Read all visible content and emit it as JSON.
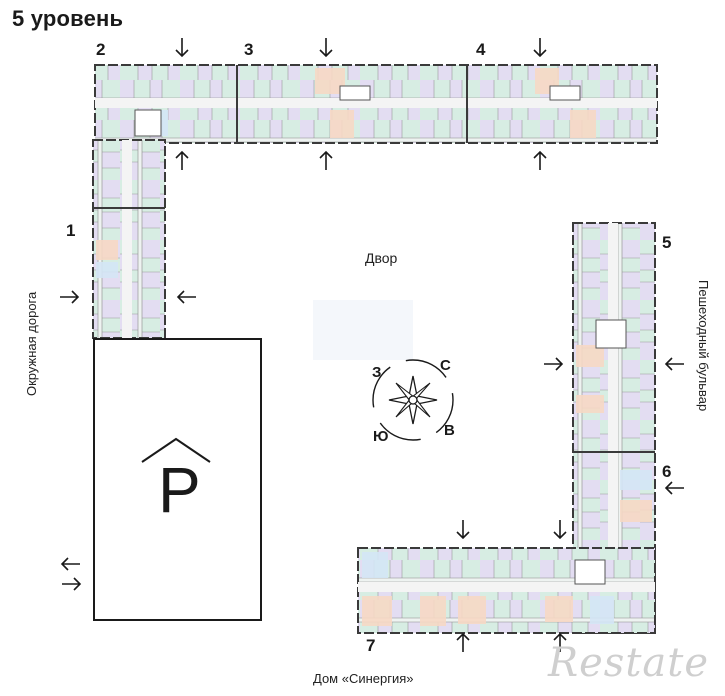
{
  "title": "5 уровень",
  "sections": [
    {
      "id": "1",
      "label": "1"
    },
    {
      "id": "2",
      "label": "2"
    },
    {
      "id": "3",
      "label": "3"
    },
    {
      "id": "4",
      "label": "4"
    },
    {
      "id": "5",
      "label": "5"
    },
    {
      "id": "6",
      "label": "6"
    },
    {
      "id": "7",
      "label": "7"
    }
  ],
  "labels": {
    "courtyard": "Двор",
    "ring_road": "Окружная дорога",
    "pedestrian_boulevard": "Пешеходный бульвар",
    "synergy_house": "Дом «Синергия»",
    "parking": "P"
  },
  "compass": {
    "north": "С",
    "south": "Ю",
    "east": "В",
    "west": "З"
  },
  "watermark": "Restate",
  "colors": {
    "purple": "#e3ddf2",
    "green": "#d7ede3",
    "orange": "#f6d8c4",
    "blue": "#d4e6f5",
    "corridor": "#f2f2f2",
    "wall": "#3a3a3a"
  }
}
